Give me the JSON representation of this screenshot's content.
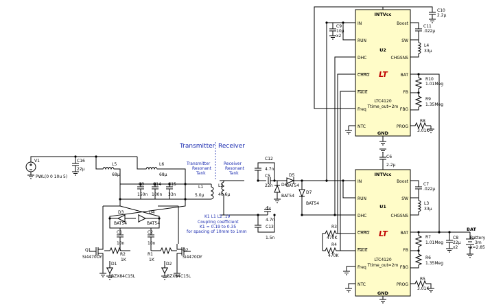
{
  "sections": {
    "transmitter": "Transmitter",
    "receiver": "Receiver"
  },
  "tank_labels": {
    "tx": [
      "Transmitter",
      "Resonant",
      "Tank"
    ],
    "rx": [
      "Receiver",
      "Resonant",
      "Tank"
    ]
  },
  "coupling": [
    "K1 L1 L2 .19",
    "Coupling coefficient",
    "K1 = 0.19 to 0.35",
    "for spacing of 10mm to 1mm"
  ],
  "source": {
    "ref": "V1",
    "value": "PWL(0 0 10u 5)"
  },
  "components": {
    "C16": {
      "ref": "C16",
      "value": "22µ"
    },
    "L5": {
      "ref": "L5",
      "value": "68µ"
    },
    "L6": {
      "ref": "L6",
      "value": "68µ"
    },
    "C3": {
      "ref": "C3",
      "value": "150n"
    },
    "C14": {
      "ref": "C14",
      "value": "100n"
    },
    "C15": {
      "ref": "C15",
      "value": "33n"
    },
    "L1": {
      "ref": "L1",
      "value": "5.0µ"
    },
    "L2": {
      "ref": "L2",
      "value": "40.6µ"
    },
    "D3": {
      "ref": "D3",
      "value": "BAT54"
    },
    "D4": {
      "ref": "D4",
      "value": "BAT54"
    },
    "C1": {
      "ref": "C1",
      "value": "10n"
    },
    "C2": {
      "ref": "C2",
      "value": "10n"
    },
    "R2": {
      "ref": "R2",
      "value": "1K"
    },
    "R1": {
      "ref": "R1",
      "value": "1K"
    },
    "Q1": {
      "ref": "Q1",
      "value": "Si4470DY"
    },
    "Q2": {
      "ref": "Q2",
      "value": "Si4470DY"
    },
    "D1": {
      "ref": "D1",
      "value": "BZX84C15L"
    },
    "D2": {
      "ref": "D2",
      "value": "BZX84C15L"
    },
    "C12": {
      "ref": "C12",
      "value": "4.7n"
    },
    "C5": {
      "ref": "C5",
      "value": "22n"
    },
    "C4": {
      "ref": "C4",
      "value": "4.7n"
    },
    "C13": {
      "ref": "C13",
      "value": "1.5n"
    },
    "D5": {
      "ref": "D5",
      "value": "BAT54"
    },
    "D6": {
      "ref": "D6",
      "value": "BAT54"
    },
    "D7": {
      "ref": "D7",
      "value": "BAT54"
    },
    "R3": {
      "ref": "R3",
      "value": "470K"
    },
    "R4": {
      "ref": "R4",
      "value": "470K"
    },
    "C9": {
      "ref": "C9",
      "value": "10µ",
      "mult": "x2"
    },
    "C10": {
      "ref": "C10",
      "value": "2.2µ"
    },
    "C11": {
      "ref": "C11",
      "value": ".022µ"
    },
    "L4": {
      "ref": "L4",
      "value": "33µ"
    },
    "R10": {
      "ref": "R10",
      "value": "1.01Meg"
    },
    "R9": {
      "ref": "R9",
      "value": "1.35Meg"
    },
    "R8": {
      "ref": "R8",
      "value": "3.01K"
    },
    "C6": {
      "ref": "C6",
      "value": "2.2µ"
    },
    "C7": {
      "ref": "C7",
      "value": ".022µ"
    },
    "L3": {
      "ref": "L3",
      "value": "33µ"
    },
    "R7": {
      "ref": "R7",
      "value": "1.01Meg"
    },
    "R6": {
      "ref": "R6",
      "value": "1.35Meg"
    },
    "R5": {
      "ref": "R5",
      "value": "3.01K"
    },
    "C8": {
      "ref": "C8",
      "value": "22µ",
      "mult": "x2"
    },
    "BAT": {
      "ref": "BAT",
      "name": "Battery",
      "v1": "3m",
      "v2": "k=2.85"
    }
  },
  "chips": {
    "U2": {
      "ref": "U2",
      "part": "LTC4120",
      "param": "Ttime_out=2m",
      "top": "INTVcc",
      "bottom": "GND",
      "left": [
        "IN",
        "RUN",
        "DHC",
        "CHRG",
        "Fault",
        "Freq",
        "NTC"
      ],
      "right": [
        "Boost",
        "SW",
        "CHGSNS",
        "BAT",
        "FB",
        "FBG",
        "PROG"
      ]
    },
    "U1": {
      "ref": "U1",
      "part": "LTC4120",
      "param": "Ttime_out=2m",
      "top": "INTVcc",
      "bottom": "GND",
      "left": [
        "IN",
        "RUN",
        "DHC",
        "CHRG",
        "Fault",
        "Freq",
        "NTC"
      ],
      "right": [
        "Boost",
        "SW",
        "CHGSNS",
        "BAT",
        "FB",
        "FBG",
        "PROG"
      ]
    }
  },
  "logo": "LT"
}
